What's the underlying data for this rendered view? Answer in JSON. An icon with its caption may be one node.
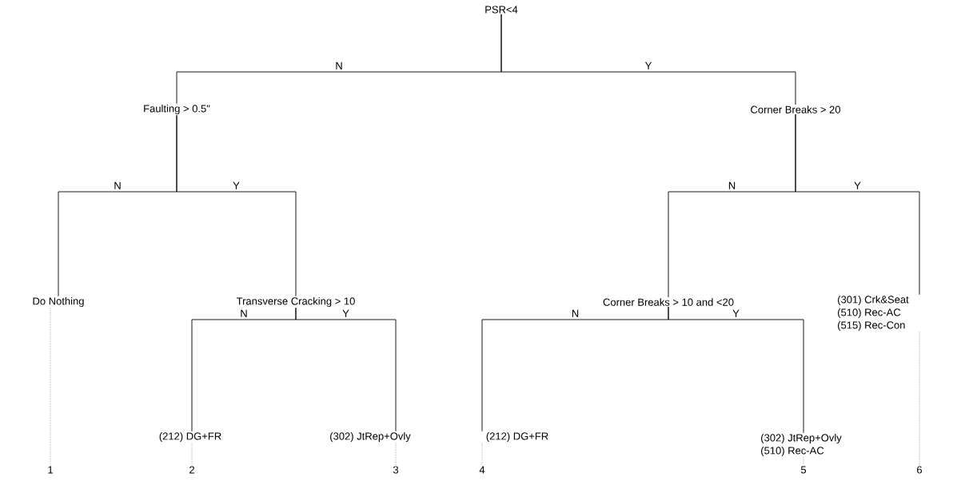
{
  "diagram": {
    "nodes": [
      {
        "text": [
          "PSR<4"
        ]
      },
      {
        "text": [
          "Faulting > 0.5\""
        ]
      },
      {
        "text": [
          "Corner Breaks > 20"
        ]
      },
      {
        "text": [
          "Do Nothing"
        ]
      },
      {
        "text": [
          "Transverse Cracking > 10"
        ]
      },
      {
        "text": [
          "Corner Breaks > 10 and <20"
        ]
      },
      {
        "text": [
          "(301) Crk&Seat",
          "(510) Rec-AC",
          "(515) Rec-Con"
        ]
      },
      {
        "text": [
          "(212) DG+FR"
        ]
      },
      {
        "text": [
          "(302) JtRep+Ovly"
        ]
      },
      {
        "text": [
          "(212) DG+FR"
        ]
      },
      {
        "text": [
          "(302) JtRep+Ovly",
          "(510) Rec-AC"
        ]
      },
      {
        "text": [
          "1"
        ]
      },
      {
        "text": [
          "2"
        ]
      },
      {
        "text": [
          "3"
        ]
      },
      {
        "text": [
          "4"
        ]
      },
      {
        "text": [
          "5"
        ]
      },
      {
        "text": [
          "6"
        ]
      }
    ],
    "edges": [
      {
        "from": 0,
        "to": 1,
        "arrow": "none",
        "label": "N"
      },
      {
        "from": 0,
        "to": 2,
        "arrow": "none",
        "label": "Y"
      },
      {
        "from": 1,
        "to": 3,
        "arrow": "none",
        "label": "N"
      },
      {
        "from": 1,
        "to": 4,
        "arrow": "none",
        "label": "Y"
      },
      {
        "from": 2,
        "to": 5,
        "arrow": "none",
        "label": "N"
      },
      {
        "from": 2,
        "to": 6,
        "arrow": "none",
        "label": "Y"
      },
      {
        "from": 4,
        "to": 7,
        "arrow": "none",
        "label": "N"
      },
      {
        "from": 4,
        "to": 8,
        "arrow": "none",
        "label": "Y"
      },
      {
        "from": 5,
        "to": 9,
        "arrow": "none",
        "label": "N"
      },
      {
        "from": 5,
        "to": 10,
        "arrow": "none",
        "label": "Y"
      },
      {
        "from": 3,
        "to": 11,
        "arrow": "none",
        "style": "dashed"
      },
      {
        "from": 7,
        "to": 12,
        "arrow": "none",
        "style": "dashed"
      },
      {
        "from": 8,
        "to": 13,
        "arrow": "none",
        "style": "dashed"
      },
      {
        "from": 9,
        "to": 14,
        "arrow": "none",
        "style": "dashed"
      },
      {
        "from": 10,
        "to": 15,
        "arrow": "none",
        "style": "dashed"
      },
      {
        "from": 6,
        "to": 16,
        "arrow": "none",
        "style": "dashed"
      }
    ]
  }
}
